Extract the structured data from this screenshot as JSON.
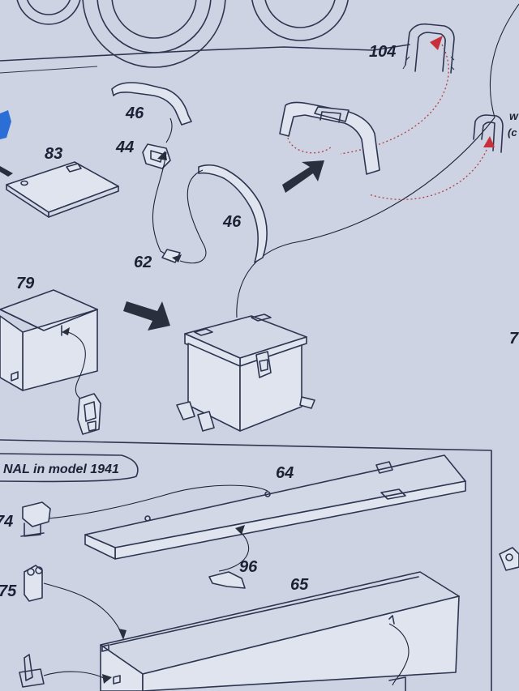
{
  "callouts": {
    "p104": "104",
    "p46a": "46",
    "p44": "44",
    "p83": "83",
    "p46b": "46",
    "p62": "62",
    "p79": "79",
    "p64": "64",
    "p74": "74",
    "p96": "96",
    "p75": "75",
    "p65": "65",
    "edge_w": "w",
    "edge_c": "(c",
    "edge_7": "7"
  },
  "section_banner": "NAL in model 1941",
  "colors": {
    "paper": "#c9d0e0",
    "ink": "#2e3550",
    "guide_red": "#c7303b",
    "part_blue": "#2b6fd6"
  },
  "icons": [
    "direction-arrow-icon",
    "insertion-arrow-icon"
  ]
}
